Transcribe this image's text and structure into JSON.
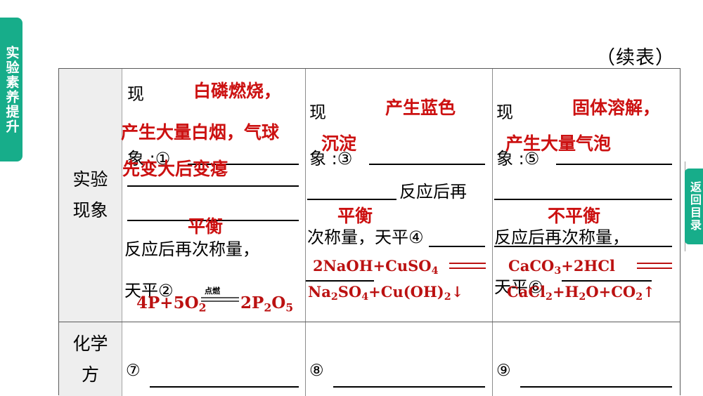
{
  "left_tab": {
    "label": "实验素养提升"
  },
  "right_tab": {
    "label": "返回目录"
  },
  "caption": "（续表）",
  "table": {
    "row_headers": {
      "phenomena": "实验现象",
      "equation": "化学方"
    },
    "columns": [
      {
        "id": "col-a",
        "phenomenon_label": "现象 :①",
        "phenomenon_answer": "白磷燃烧，产生大量白烟，气球先变大后变瘪",
        "reweigh_label": "反应后再次称量，天平②",
        "balance_answer": "平衡",
        "equation": {
          "left": "4P+5O2",
          "right": "2P2O5",
          "condition": "点燃",
          "arrow": "arrow-with-condition"
        },
        "blank_number": "⑦"
      },
      {
        "id": "col-b",
        "phenomenon_label": "现象 :③",
        "phenomenon_answer": "产生蓝色沉淀",
        "reweigh_label": "反应后再次称量，天平④",
        "balance_answer": "平衡",
        "equation": {
          "left": "2NaOH+CuSO4",
          "right": "Na2SO4+Cu(OH)2↓",
          "condition": "",
          "arrow": "equals"
        },
        "blank_number": "⑧"
      },
      {
        "id": "col-c",
        "phenomenon_label": "现象 :⑤",
        "phenomenon_answer": "固体溶解，产生大量气泡",
        "reweigh_label": "反应后再次称量，天平⑥",
        "balance_answer": "不平衡",
        "equation": {
          "left": "CaCO3+2HCl",
          "right": "CaCl2+H2O+CO2↑",
          "condition": "",
          "arrow": "equals"
        },
        "blank_number": "⑨"
      }
    ]
  },
  "colors": {
    "tab_teal": "#17ad8a",
    "answer_red": "#cc1111",
    "equation_red": "#bb1111",
    "header_bg": "#eeeeee"
  }
}
